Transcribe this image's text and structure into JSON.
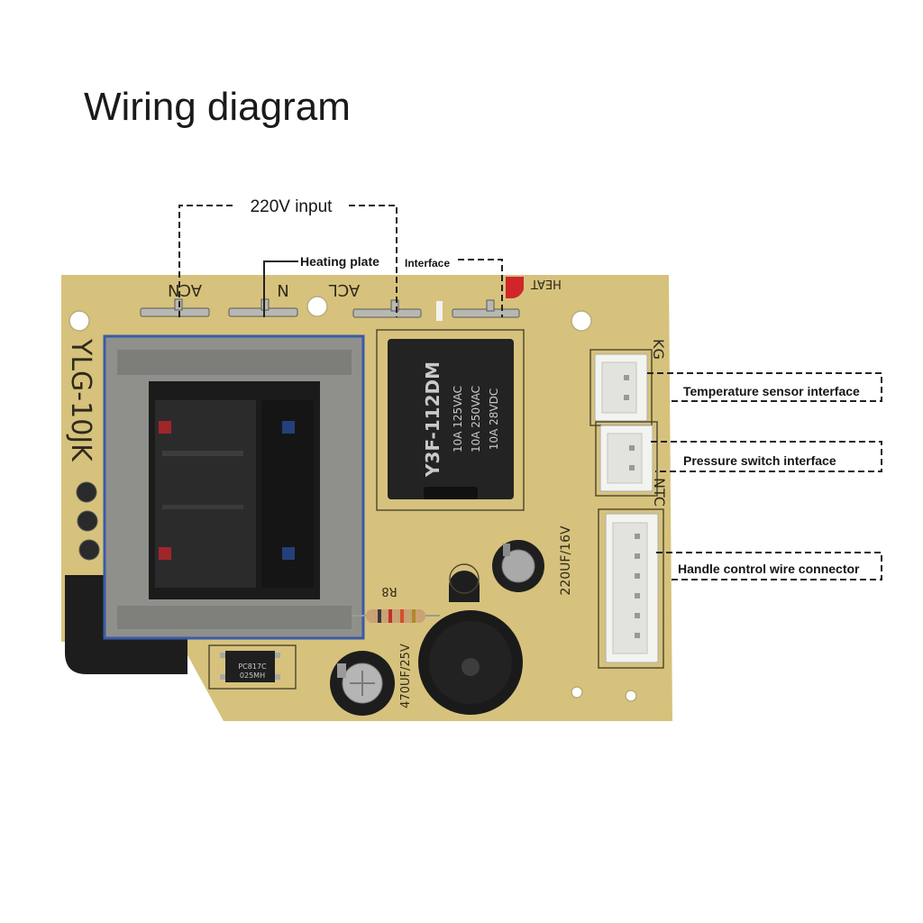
{
  "title": "Wiring diagram",
  "annotations": {
    "input_220v": "220V input",
    "heating_plate": "Heating plate",
    "interface": "Interface",
    "temperature_sensor": "Temperature sensor interface",
    "pressure_switch": "Pressure switch interface",
    "handle_control": "Handle control wire connector"
  },
  "board": {
    "model": "YLG-10JK",
    "terminal_labels": [
      "ACN",
      "N",
      "ACL",
      "HEAT"
    ],
    "connector_labels": [
      "KG",
      "NTC"
    ],
    "resistor": "R8"
  },
  "relay": {
    "model": "Y3F-112DM",
    "ratings": [
      "10A 125VAC",
      "10A 250VAC",
      "10A 28VDC"
    ]
  },
  "capacitors": {
    "small": "220UF/16V",
    "large": "470UF/25V"
  },
  "optocoupler": {
    "part": "PC817C",
    "code": "025MH"
  },
  "colors": {
    "board": "#d6c27c",
    "transformer_border": "#3b5ba8",
    "annotation_line": "#222222",
    "heat_marker": "#d0262a"
  }
}
